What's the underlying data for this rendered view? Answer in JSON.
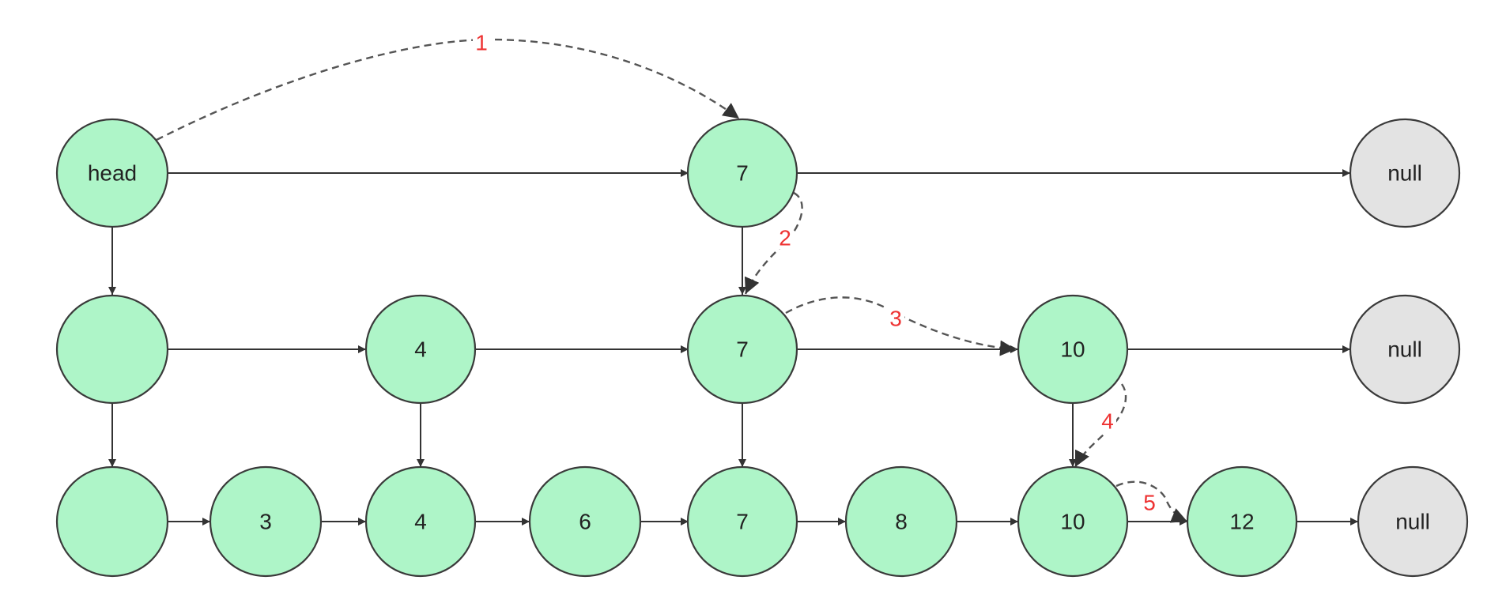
{
  "levels": [
    {
      "nodes": [
        {
          "label": "head",
          "kind": "value"
        },
        {
          "label": "7",
          "kind": "value"
        },
        {
          "label": "null",
          "kind": "null"
        }
      ]
    },
    {
      "nodes": [
        {
          "label": "",
          "kind": "value"
        },
        {
          "label": "4",
          "kind": "value"
        },
        {
          "label": "7",
          "kind": "value"
        },
        {
          "label": "10",
          "kind": "value"
        },
        {
          "label": "null",
          "kind": "null"
        }
      ]
    },
    {
      "nodes": [
        {
          "label": "",
          "kind": "value"
        },
        {
          "label": "3",
          "kind": "value"
        },
        {
          "label": "4",
          "kind": "value"
        },
        {
          "label": "6",
          "kind": "value"
        },
        {
          "label": "7",
          "kind": "value"
        },
        {
          "label": "8",
          "kind": "value"
        },
        {
          "label": "10",
          "kind": "value"
        },
        {
          "label": "12",
          "kind": "value"
        },
        {
          "label": "null",
          "kind": "null"
        }
      ]
    }
  ],
  "search_steps": [
    "1",
    "2",
    "3",
    "4",
    "5"
  ],
  "colors": {
    "node_fill": "#aef5c8",
    "null_fill": "#e3e3e3",
    "node_stroke": "#3a3a3a",
    "edge": "#333333",
    "search_path": "#555555",
    "step_label": "#ee3333"
  }
}
